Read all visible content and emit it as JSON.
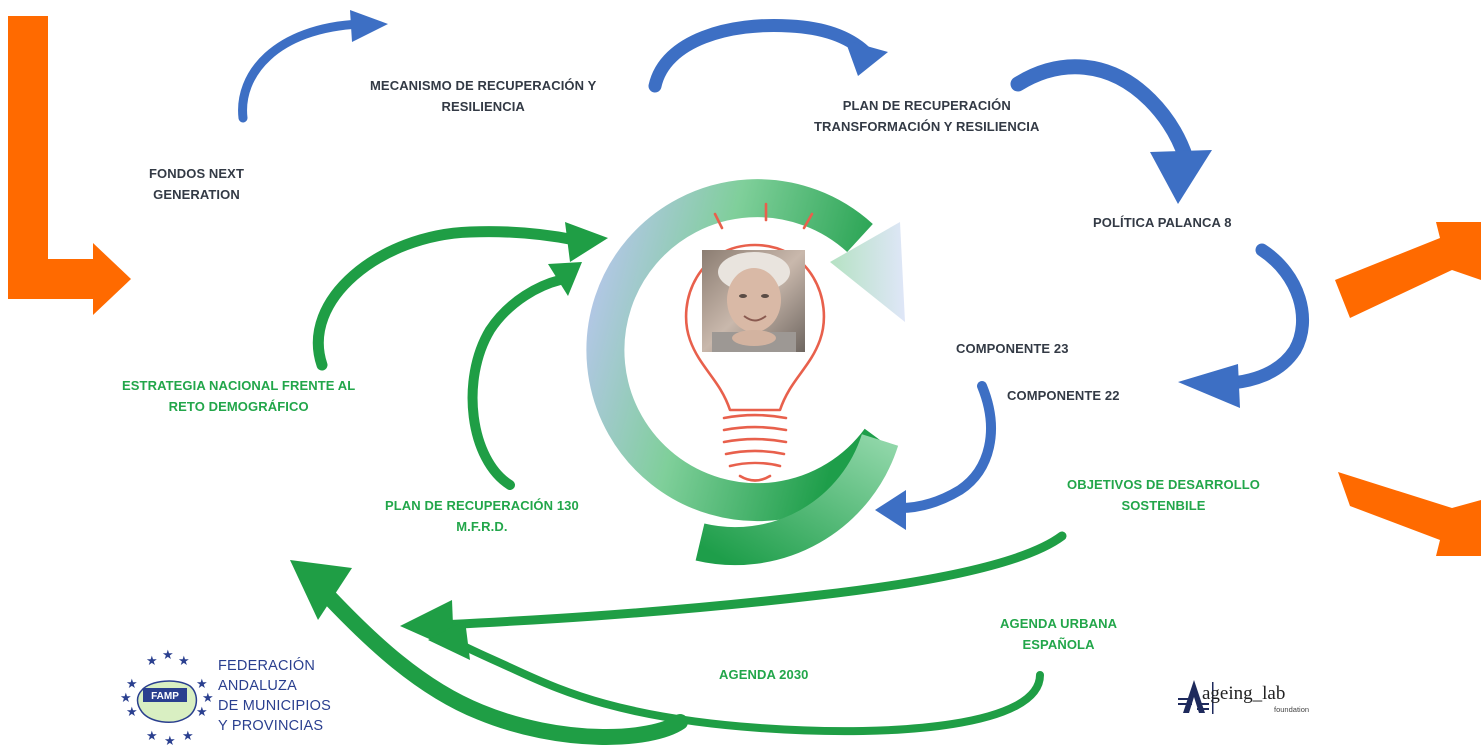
{
  "labels": {
    "mecanismo": [
      "MECANISMO DE RECUPERACIÓN Y",
      "RESILIENCIA"
    ],
    "plan_recuperacion": [
      "PLAN DE RECUPERACIÓN",
      "TRANSFORMACIÓN Y RESILIENCIA"
    ],
    "fondos": [
      "FONDOS NEXT",
      "GENERATION"
    ],
    "politica": "POLÍTICA PALANCA 8",
    "componente23": "COMPONENTE 23",
    "componente22": "COMPONENTE 22",
    "estrategia": [
      "ESTRATEGIA NACIONAL FRENTE AL",
      "RETO DEMOGRÁFICO"
    ],
    "plan130": [
      "PLAN DE RECUPERACIÓN 130",
      "M.F.R.D."
    ],
    "ods": [
      "OBJETIVOS DE DESARROLLO",
      "SOSTENBILE"
    ],
    "agenda_urbana": [
      "AGENDA URBANA",
      "ESPAÑOLA"
    ],
    "agenda2030": "AGENDA 2030"
  },
  "logos": {
    "famp": {
      "badge": "FAMP",
      "lines": [
        "FEDERACIÓN",
        "ANDALUZA",
        "DE MUNICIPIOS",
        "Y PROVINCIAS"
      ]
    },
    "ageing": {
      "name": "ageing_lab",
      "sub": "foundation"
    }
  },
  "colors": {
    "blue_arrow": "#3d6fc4",
    "green_arrow": "#1f9e45",
    "orange_arrow": "#ff6a00",
    "bulb_stroke": "#e8604c",
    "famp_blue": "#2a3f8f"
  }
}
